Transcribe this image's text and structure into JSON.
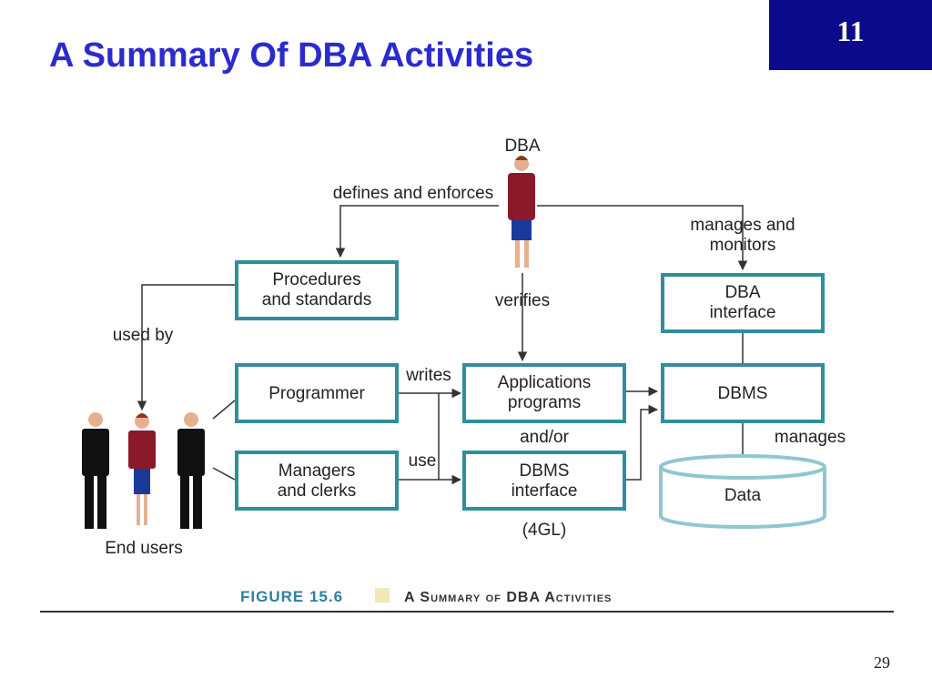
{
  "slide": {
    "title": "A Summary Of DBA Activities",
    "chapter": "11",
    "page": "29"
  },
  "diagram": {
    "dba": "DBA",
    "defines": "defines and enforces",
    "manages_monitors": [
      "manages and",
      "monitors"
    ],
    "procedures": [
      "Procedures",
      "and standards"
    ],
    "verifies": "verifies",
    "dba_interface": [
      "DBA",
      "interface"
    ],
    "used_by": "used by",
    "programmer": "Programmer",
    "writes": "writes",
    "apps": [
      "Applications",
      "programs"
    ],
    "dbms": "DBMS",
    "and_or": "and/or",
    "manages": "manages",
    "managers": [
      "Managers",
      "and clerks"
    ],
    "use": "use",
    "dbms_interface": [
      "DBMS",
      "interface"
    ],
    "fourgl": "(4GL)",
    "data": "Data",
    "end_users": "End users"
  },
  "caption": {
    "figure": "FIGURE 15.6",
    "text": "A Summary of DBA Activities"
  }
}
